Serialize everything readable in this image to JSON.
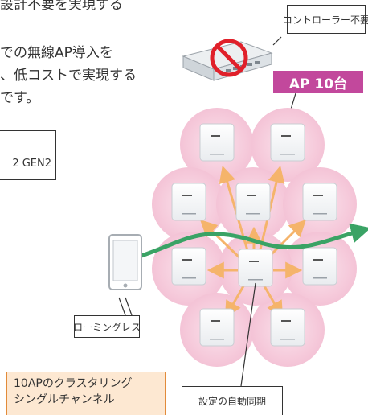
{
  "intro": {
    "line1": "設計不要を実現する",
    "line2": "での無線AP導入を",
    "line3": "、低コストで実現する",
    "line4": "です。"
  },
  "left_box": {
    "text": "2 GEN2"
  },
  "controller_callout": {
    "text": "コントローラー不要"
  },
  "ap_badge": {
    "text": "AP 10台"
  },
  "roaming_callout": {
    "text": "ローミングレス"
  },
  "cluster_callout": {
    "line1": "10APのクラスタリング",
    "line2": "シングルチャンネル"
  },
  "sync_callout": {
    "text": "設定の自動同期"
  },
  "colors": {
    "pink_circle": "#f7d0e0",
    "ap_badge": "#c2489c",
    "arrow_orange": "#f5b46b",
    "arrow_green": "#3aa365",
    "prohibit_red": "#e0202a",
    "callout_orange_fill": "#fde8d2"
  },
  "icons": {
    "controller": "network-switch-icon",
    "prohibit": "prohibit-icon",
    "phone": "smartphone-icon",
    "access_point": "access-point-icon"
  }
}
